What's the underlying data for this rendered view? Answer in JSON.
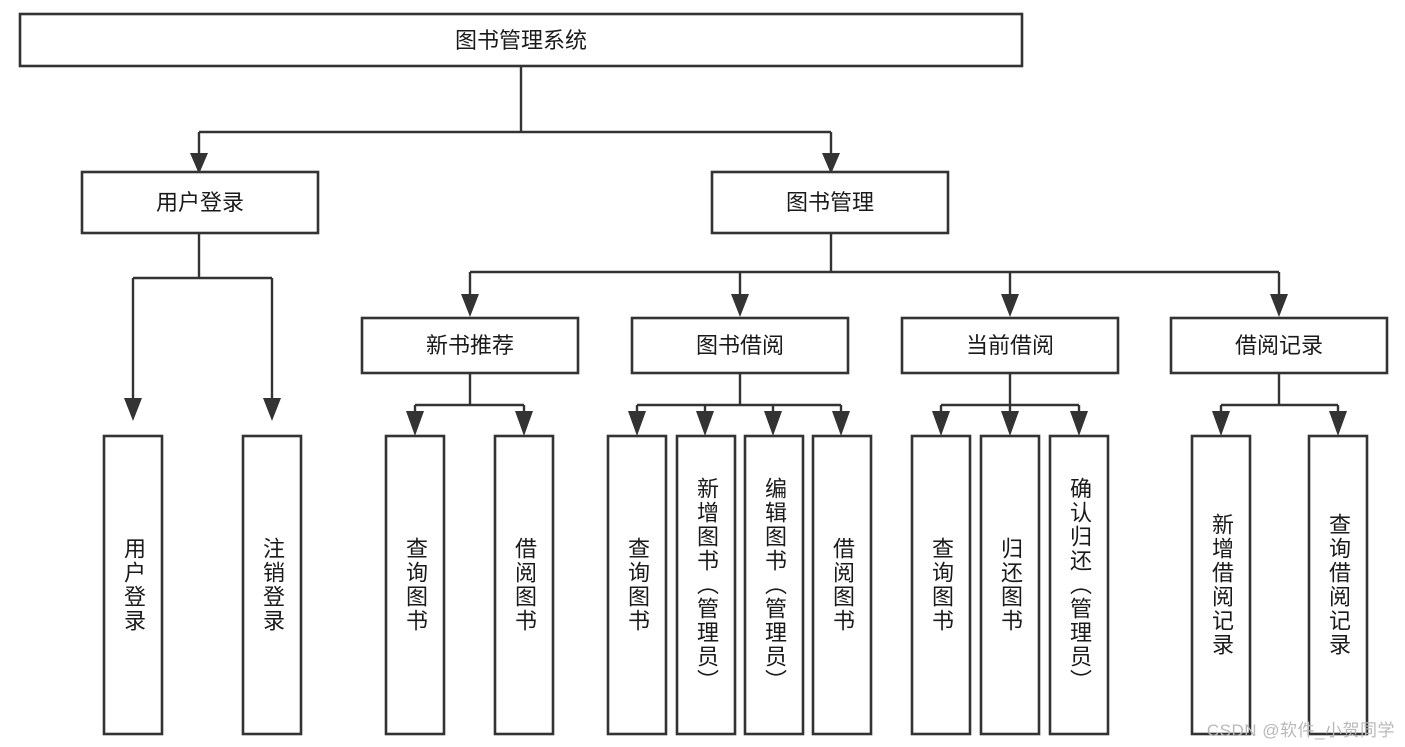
{
  "diagram": {
    "type": "tree-hierarchy-flowchart",
    "title": "图书管理系统",
    "watermark": "CSDN @软件_小贺同学",
    "colors": {
      "box_stroke": "#333333",
      "box_fill": "#ffffff",
      "connector": "#333333",
      "text": "#1a1a1a",
      "background": "#ffffff",
      "watermark": "#b9b9b9"
    },
    "levels": {
      "root": {
        "label": "图书管理系统"
      },
      "level2": [
        {
          "label": "用户登录"
        },
        {
          "label": "图书管理"
        }
      ],
      "level3": [
        {
          "label": "新书推荐"
        },
        {
          "label": "图书借阅"
        },
        {
          "label": "当前借阅"
        },
        {
          "label": "借阅记录"
        }
      ],
      "leaves": [
        {
          "label": "用户登录",
          "parent": "用户登录"
        },
        {
          "label": "注销登录",
          "parent": "用户登录"
        },
        {
          "label": "查询图书",
          "parent": "新书推荐"
        },
        {
          "label": "借阅图书",
          "parent": "新书推荐"
        },
        {
          "label": "查询图书",
          "parent": "图书借阅"
        },
        {
          "label": "新增图书（管理员）",
          "parent": "图书借阅"
        },
        {
          "label": "编辑图书（管理员）",
          "parent": "图书借阅"
        },
        {
          "label": "借阅图书",
          "parent": "图书借阅"
        },
        {
          "label": "查询图书",
          "parent": "当前借阅"
        },
        {
          "label": "归还图书",
          "parent": "当前借阅"
        },
        {
          "label": "确认归还（管理员）",
          "parent": "当前借阅"
        },
        {
          "label": "新增借阅记录",
          "parent": "借阅记录"
        },
        {
          "label": "查询借阅记录",
          "parent": "借阅记录"
        }
      ]
    }
  }
}
